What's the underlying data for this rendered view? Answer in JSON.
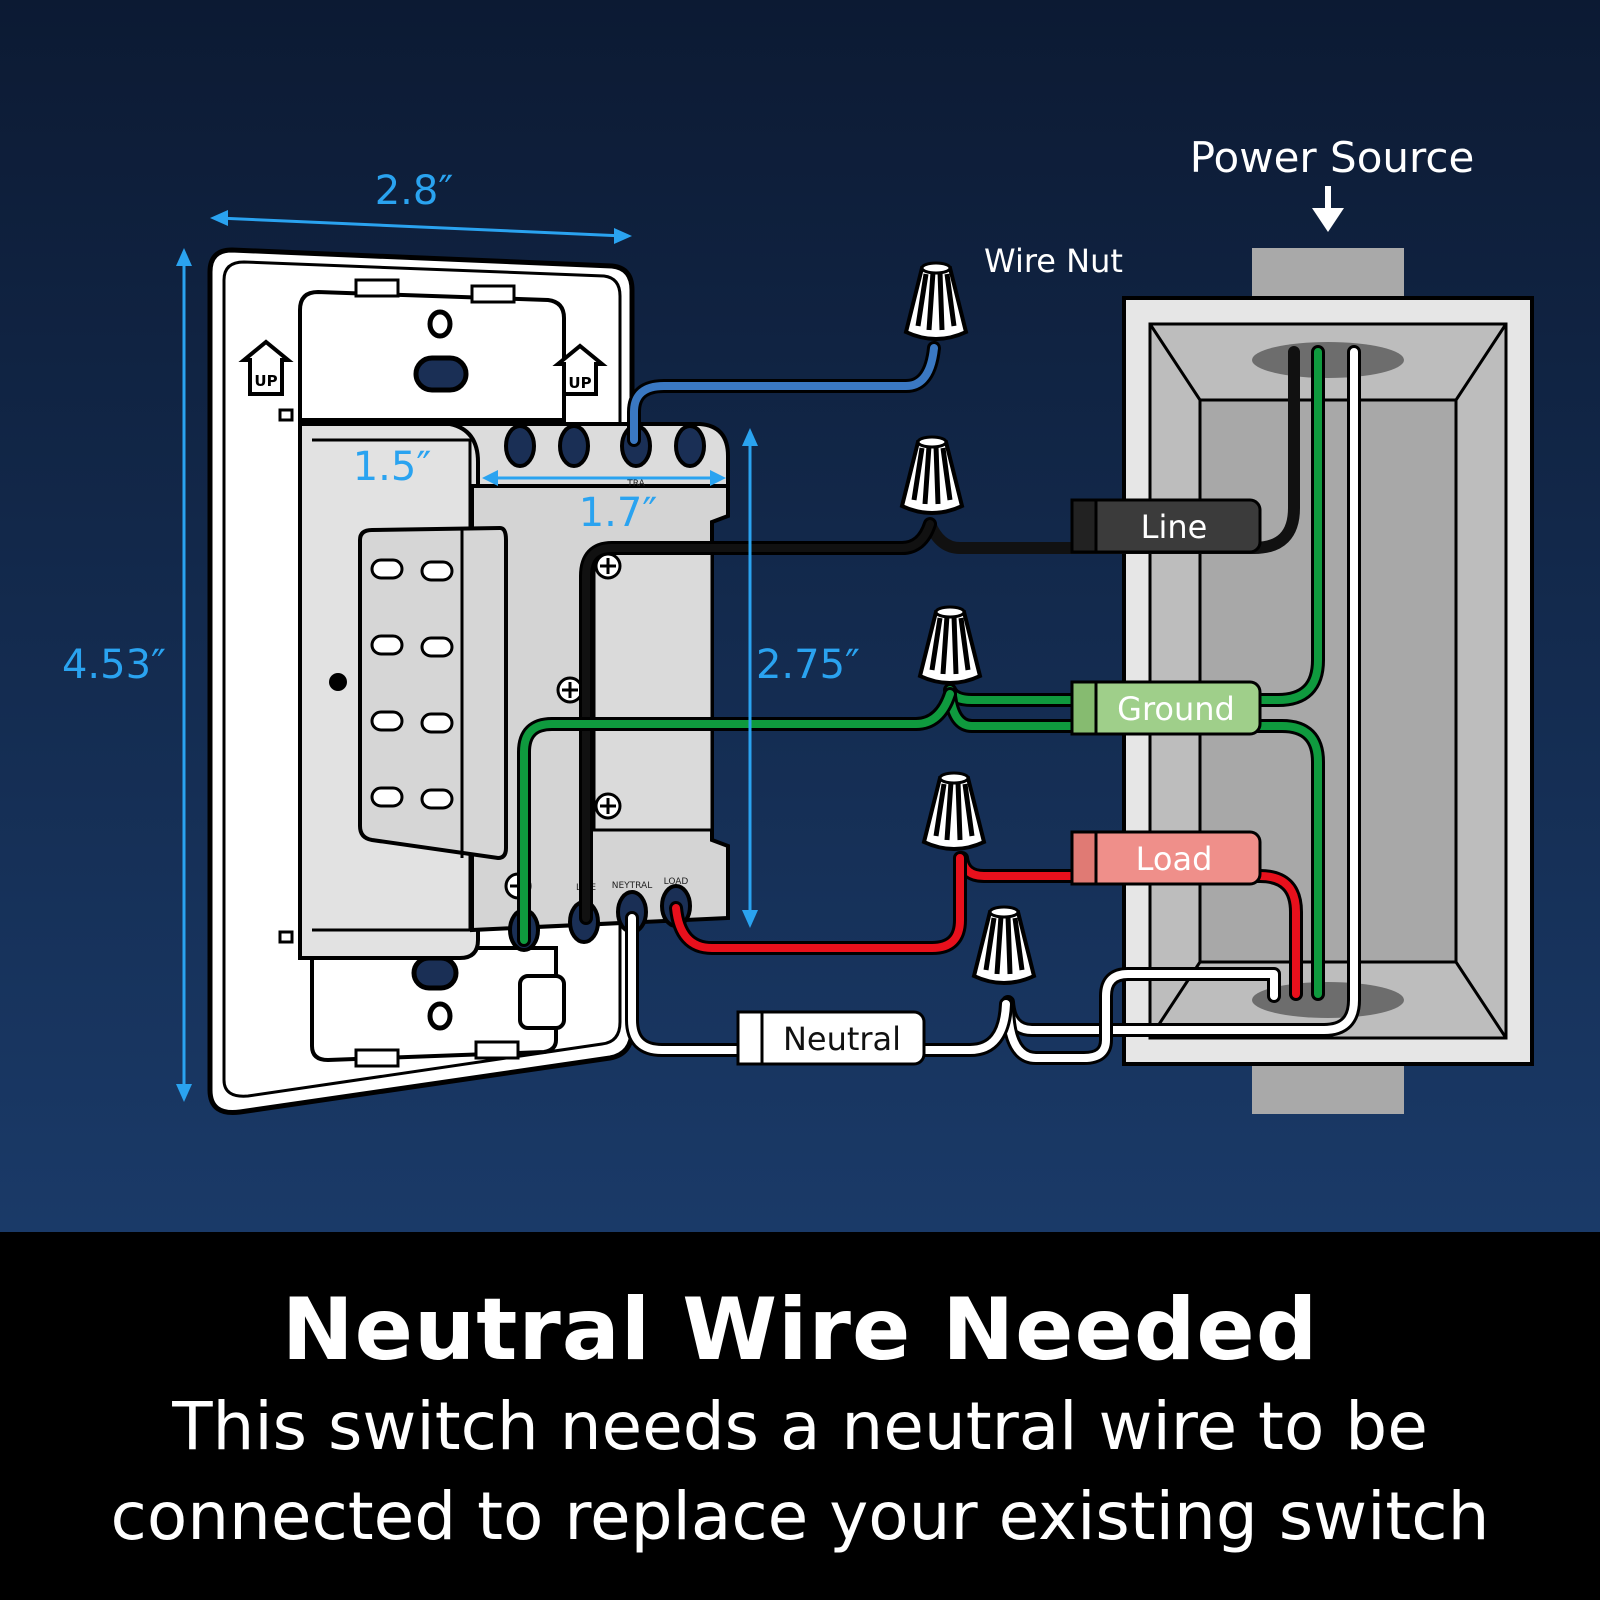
{
  "dimensions": {
    "width": "2.8″",
    "height": "4.53″",
    "depth_side": "1.5″",
    "module_width": "1.7″",
    "module_height": "2.75″"
  },
  "callouts": {
    "wire_nut": "Wire Nut",
    "power_source": "Power Source"
  },
  "wire_labels": {
    "line": "Line",
    "ground": "Ground",
    "load": "Load",
    "neutral": "Neutral"
  },
  "terminal_labels": {
    "tra": "TRA",
    "line": "LINE",
    "neutral": "NEYTRAL",
    "load": "LOAD"
  },
  "switch_marks": {
    "up_left": "UP",
    "up_right": "UP"
  },
  "colors": {
    "background_top": "#0c1a33",
    "background_bottom": "#1a3a68",
    "dimension": "#2aa3f0",
    "line_wire": "#111111",
    "ground_wire": "#0f9a3e",
    "load_wire": "#e8101c",
    "neutral_wire": "#ffffff",
    "traveler_wire": "#3a78c2",
    "line_tag": "#3b3b3b",
    "ground_tag": "#9fcf8a",
    "load_tag": "#ef8f8a"
  },
  "caption": {
    "title": "Neutral Wire Needed",
    "line1": "This switch needs a neutral wire to be",
    "line2": "connected to replace your existing switch"
  }
}
